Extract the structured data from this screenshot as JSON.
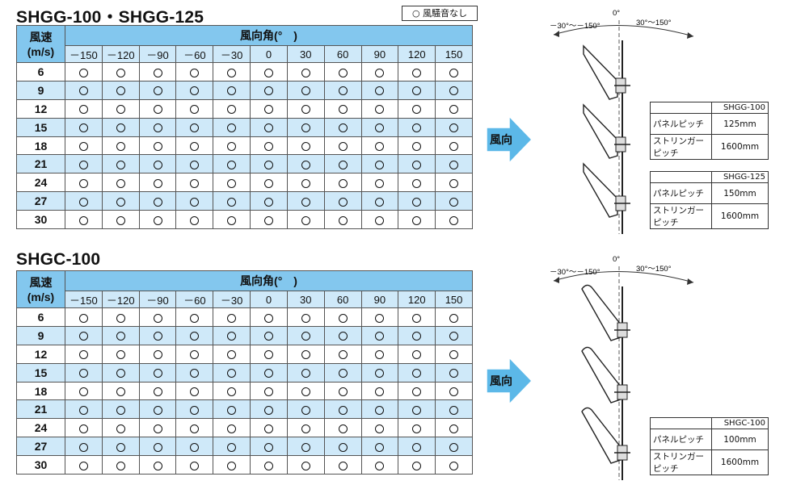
{
  "sections": [
    {
      "title": "SHGG-100・SHGG-125",
      "legend": "○ 風騒音なし",
      "speed_header": [
        "風速",
        "(m/s)"
      ],
      "angle_header": "風向角(°　)",
      "angles": [
        "－150",
        "－120",
        "－90",
        "－60",
        "－30",
        "0",
        "30",
        "60",
        "90",
        "120",
        "150"
      ],
      "speeds": [
        "6",
        "9",
        "12",
        "15",
        "18",
        "21",
        "24",
        "27",
        "30"
      ],
      "mark": "○",
      "wind_label": "風向",
      "diagram": {
        "left": "－30°～－150°",
        "center": "0°",
        "right": "30°～150°"
      },
      "specs": [
        {
          "model": "SHGG-100",
          "rows": [
            [
              "パネルピッチ",
              "125mm"
            ],
            [
              "ストリンガーピッチ",
              "1600mm"
            ]
          ]
        },
        {
          "model": "SHGG-125",
          "rows": [
            [
              "パネルピッチ",
              "150mm"
            ],
            [
              "ストリンガーピッチ",
              "1600mm"
            ]
          ]
        }
      ]
    },
    {
      "title": "SHGC-100",
      "speed_header": [
        "風速",
        "(m/s)"
      ],
      "angle_header": "風向角(°　)",
      "angles": [
        "－150",
        "－120",
        "－90",
        "－60",
        "－30",
        "0",
        "30",
        "60",
        "90",
        "120",
        "150"
      ],
      "speeds": [
        "6",
        "9",
        "12",
        "15",
        "18",
        "21",
        "24",
        "27",
        "30"
      ],
      "mark": "○",
      "wind_label": "風向",
      "diagram": {
        "left": "－30°～－150°",
        "center": "0°",
        "right": "30°～150°"
      },
      "specs": [
        {
          "model": "SHGC-100",
          "rows": [
            [
              "パネルピッチ",
              "100mm"
            ],
            [
              "ストリンガーピッチ",
              "1600mm"
            ]
          ]
        }
      ]
    }
  ],
  "colors": {
    "header": "#83c7ee",
    "stripe": "#cfe9f9",
    "arrow": "#5cb8e8"
  }
}
